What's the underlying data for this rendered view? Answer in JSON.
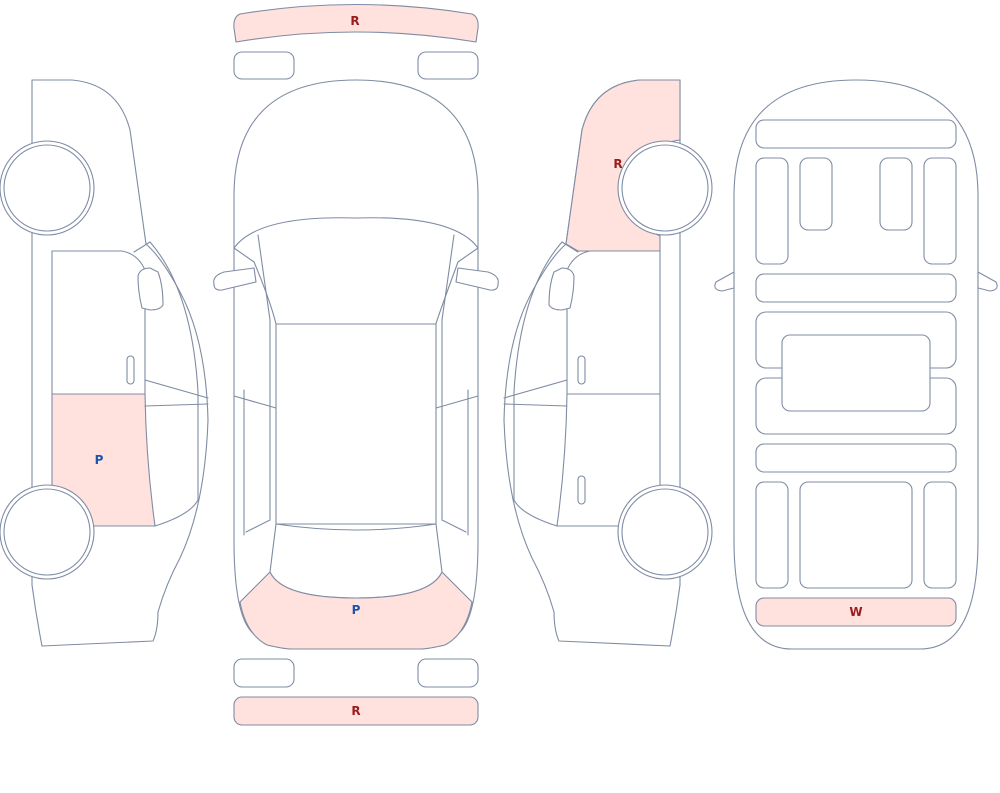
{
  "marks": {
    "left_rear_door": {
      "code": "P",
      "color": "#1a56b0"
    },
    "front_roof_strip": {
      "code": "R",
      "color": "#9b1c1c"
    },
    "rear_bumper_top": {
      "code": "P",
      "color": "#1a56b0"
    },
    "rear_strip": {
      "code": "R",
      "color": "#9b1c1c"
    },
    "right_front_fender": {
      "code": "R",
      "color": "#9b1c1c"
    },
    "underbody_rear_panel": {
      "code": "W",
      "color": "#9b1c1c"
    }
  },
  "colors": {
    "highlight": "#ffe1de",
    "outline": "#7f8ca3",
    "background": "#ffffff"
  }
}
